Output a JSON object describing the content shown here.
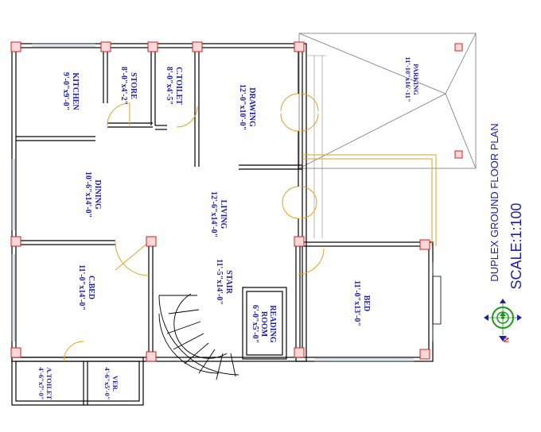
{
  "plan": {
    "title": "DUPLEX GROUND FLOOR PLAN",
    "scale": "SCALE:1:100"
  },
  "rooms": {
    "kitchen": {
      "name": "KITCHEN",
      "size": "9'-0\"x9'-0\""
    },
    "store": {
      "name": "STORE",
      "size": "8'-0\"x4'-2\""
    },
    "ctoilet": {
      "name": "C.TOILET",
      "size": "8'-0\"x4'-5\""
    },
    "drawing": {
      "name": "DRAWING",
      "size": "12'-0\"x10'-0\""
    },
    "parking": {
      "name": "PARKING",
      "size": "11'-10\"x16'-11\""
    },
    "dining": {
      "name": "DINING",
      "size": "10'-6\"x14'-0\""
    },
    "living": {
      "name": "LIVING",
      "size": "12'-6\"x14'-0\""
    },
    "cbed": {
      "name": "C.BED",
      "size": "11'-0\"x14'-0\""
    },
    "stair": {
      "name": "STAIR",
      "size": "11'-5\"x14'-0\""
    },
    "reading": {
      "name": "READING",
      "name2": "ROOM",
      "size": "6'-0\"x5'-0\""
    },
    "bed": {
      "name": "BED",
      "size": "11'-0\"x13'-0\""
    },
    "atoilet": {
      "name": "A.TOILET",
      "size": "4'-6\"x7'-0\""
    },
    "ver": {
      "name": "VER.",
      "size": "4'-6\"x5'-0\""
    }
  },
  "compass": {
    "letter": "N"
  },
  "colors": {
    "wall": "#000000",
    "label": "#1c1ca8",
    "door": "#e2a21c",
    "column": "#cc2222",
    "compass": "#1a9a1a"
  }
}
